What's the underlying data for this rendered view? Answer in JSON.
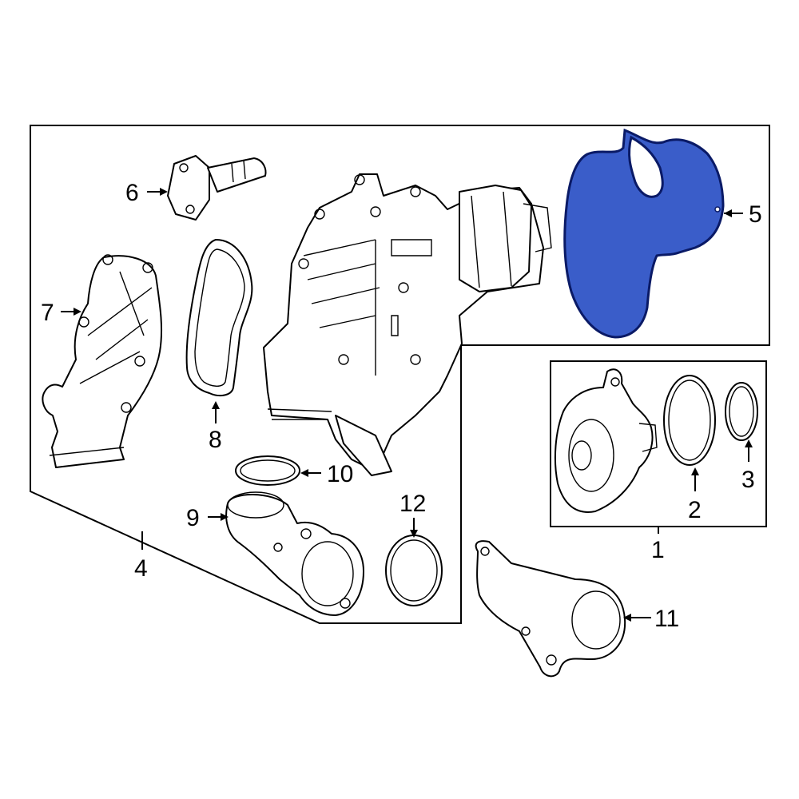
{
  "callouts": {
    "c1": "1",
    "c2": "2",
    "c3": "3",
    "c4": "4",
    "c5": "5",
    "c6": "6",
    "c7": "7",
    "c8": "8",
    "c9": "9",
    "c10": "10",
    "c11": "11",
    "c12": "12"
  },
  "highlight": {
    "part": "5",
    "fill": "#3a5dc9",
    "stroke": "#0a1a66"
  },
  "line_color": "#000000",
  "background": "#ffffff"
}
